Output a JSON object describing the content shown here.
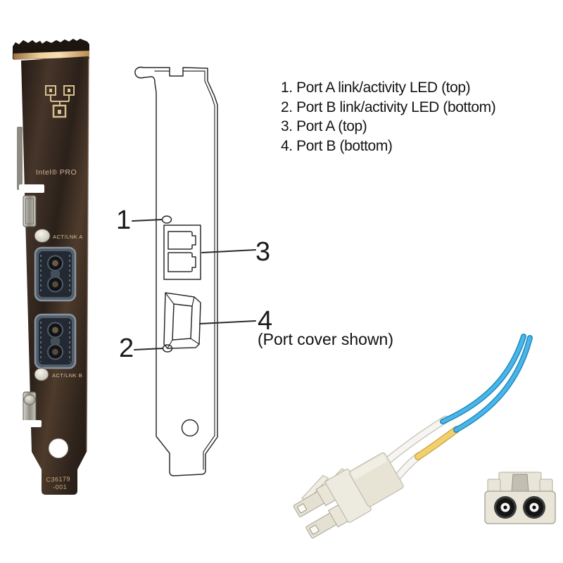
{
  "legend": {
    "items": [
      "1. Port A link/activity LED (top)",
      "2. Port B link/activity LED (bottom)",
      "3. Port A (top)",
      "4. Port B (bottom)"
    ]
  },
  "callouts": {
    "n1": "1",
    "n2": "2",
    "n3": "3",
    "n4": "4",
    "port_cover_note": "(Port cover shown)"
  },
  "photo_bracket": {
    "brand": "Intel® PRO",
    "led_a_label": "ACT/LNK A",
    "led_b_label": "ACT/LNK B",
    "part_number_line1": "C36179",
    "part_number_line2": "-001"
  },
  "colors": {
    "fiber_blue": "#4ab5e8",
    "fiber_blue_dark": "#1d8abd",
    "jacket_yellow": "#f2d06e",
    "connector_cream": "#e8e5d7",
    "diagram_line": "#2b2b2b",
    "bracket_bronze": "#3a2c22",
    "etch_tan": "#d3bc92",
    "text_color": "#141414"
  }
}
